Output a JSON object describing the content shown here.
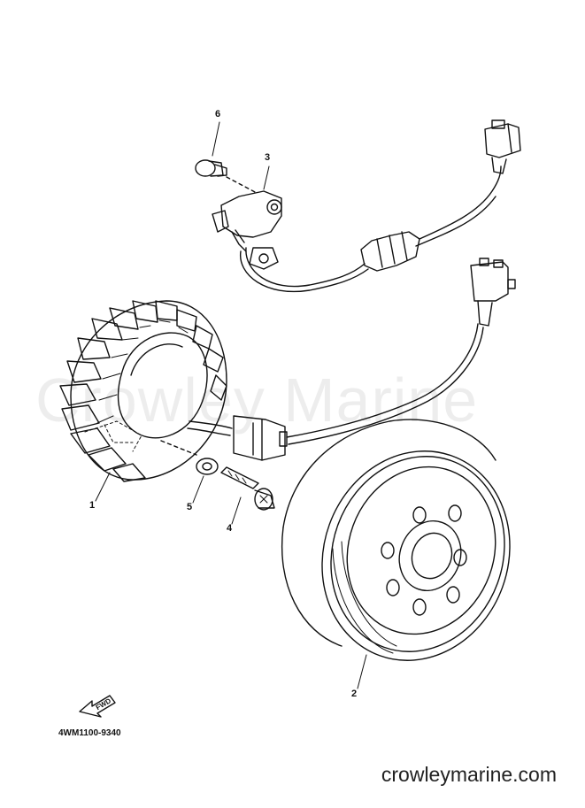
{
  "watermark": "Crowley Marine",
  "callouts": [
    {
      "id": "1",
      "label": "1"
    },
    {
      "id": "2",
      "label": "2"
    },
    {
      "id": "3",
      "label": "3"
    },
    {
      "id": "4",
      "label": "4"
    },
    {
      "id": "5",
      "label": "5"
    },
    {
      "id": "6",
      "label": "6"
    }
  ],
  "fwd_label": "FWD",
  "part_code": "4WM1100-9340",
  "site": "crowleymarine.com"
}
